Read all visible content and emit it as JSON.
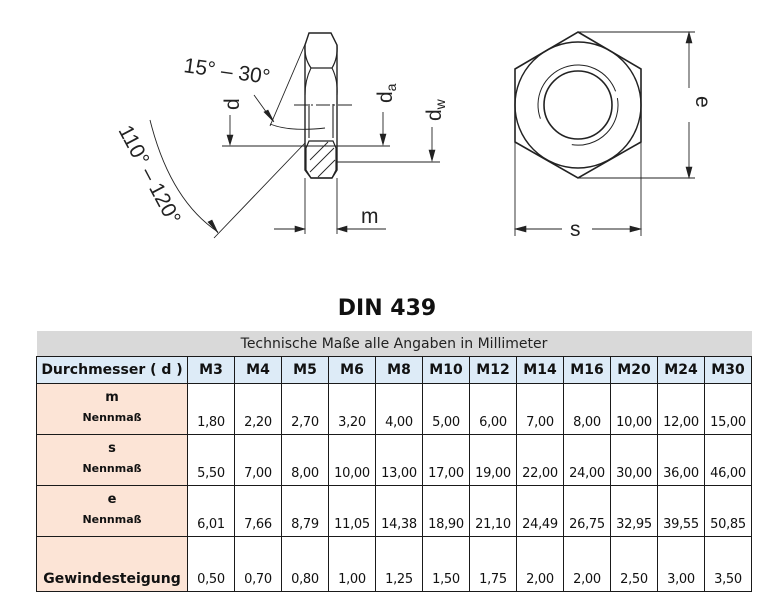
{
  "drawing": {
    "side_view_labels": {
      "chamfer_angle": "15° – 30°",
      "countersink_angle": "110° – 120°",
      "d": "d",
      "da": "d",
      "da_sub": "a",
      "dw": "d",
      "dw_sub": "w",
      "m": "m"
    },
    "top_view_labels": {
      "e": "e",
      "s": "s"
    }
  },
  "title": "DIN 439",
  "table": {
    "caption": "Technische Maße alle Angaben in Millimeter",
    "header_label": "Durchmesser ( d )",
    "sizes": [
      "M3",
      "M4",
      "M5",
      "M6",
      "M8",
      "M10",
      "M12",
      "M14",
      "M16",
      "M20",
      "M24",
      "M30"
    ],
    "rows": [
      {
        "label": "m",
        "sub": "Nennmaß",
        "values": [
          "1,80",
          "2,20",
          "2,70",
          "3,20",
          "4,00",
          "5,00",
          "6,00",
          "7,00",
          "8,00",
          "10,00",
          "12,00",
          "15,00"
        ]
      },
      {
        "label": "s",
        "sub": "Nennmaß",
        "values": [
          "5,50",
          "7,00",
          "8,00",
          "10,00",
          "13,00",
          "17,00",
          "19,00",
          "22,00",
          "24,00",
          "30,00",
          "36,00",
          "46,00"
        ]
      },
      {
        "label": "e",
        "sub": "Nennmaß",
        "values": [
          "6,01",
          "7,66",
          "8,79",
          "11,05",
          "14,38",
          "18,90",
          "21,10",
          "24,49",
          "26,75",
          "32,95",
          "39,55",
          "50,85"
        ]
      },
      {
        "label": "Gewindesteigung",
        "sub": "",
        "values": [
          "0,50",
          "0,70",
          "0,80",
          "1,00",
          "1,25",
          "1,50",
          "1,75",
          "2,00",
          "2,00",
          "2,50",
          "3,00",
          "3,50"
        ]
      }
    ]
  },
  "colors": {
    "caption_bg": "#d9d9d9",
    "header_bg": "#ddebf7",
    "label_bg": "#fce4d6",
    "border": "#1a1a1a"
  }
}
